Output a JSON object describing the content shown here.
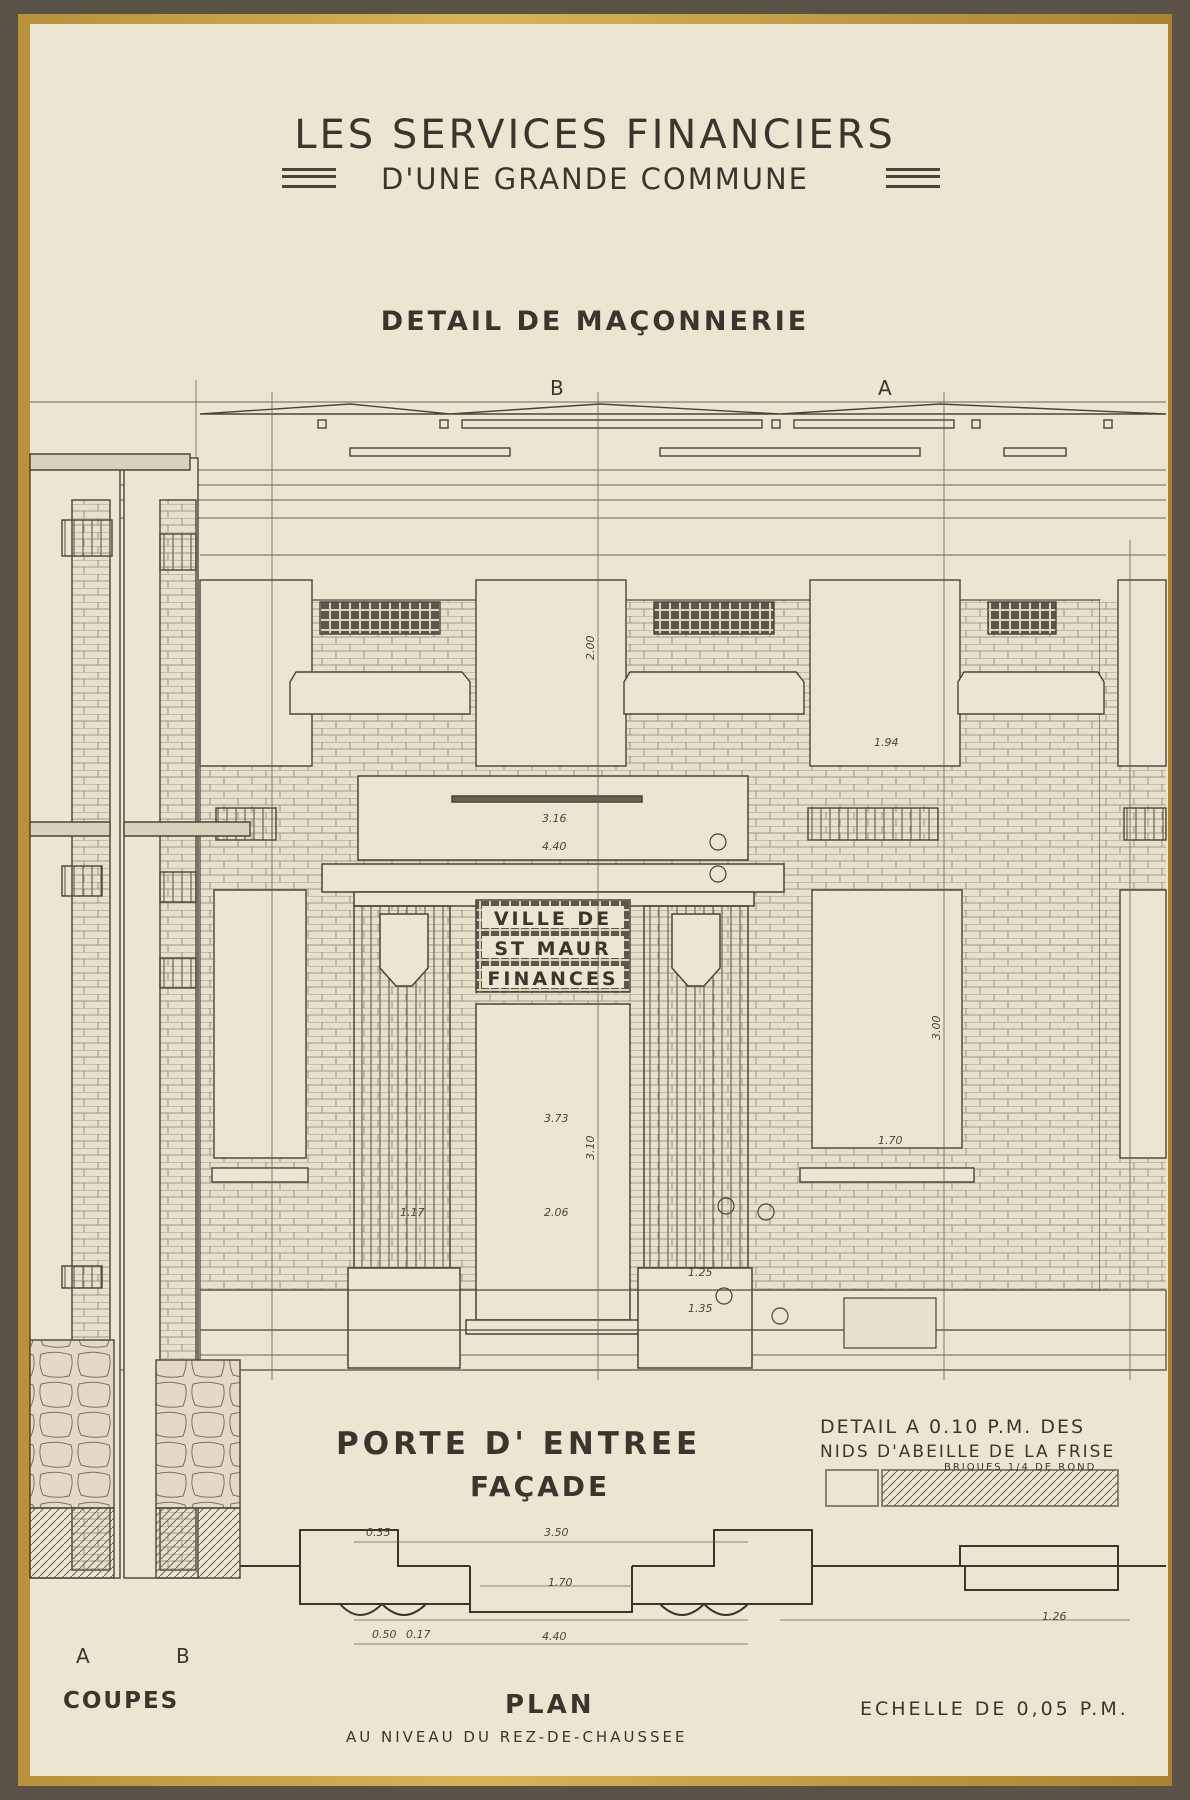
{
  "header": {
    "title": "LES SERVICES FINANCIERS",
    "subtitle": "D'UNE GRANDE COMMUNE",
    "section_title": "DETAIL DE MAÇONNERIE"
  },
  "bay_labels": [
    "B",
    "A"
  ],
  "sign": {
    "line1": "VILLE DE",
    "line2": "ST MAUR",
    "line3": "FINANCES"
  },
  "labels": {
    "porte": "PORTE D' ENTREE",
    "facade": "FAÇADE",
    "detail_note_1": "DETAIL A 0.10 P.M. DES",
    "detail_note_2": "NIDS D'ABEILLE DE LA FRISE",
    "detail_note_3": "BRIQUES 1/4 DE ROND",
    "plan": "PLAN",
    "plan_sub": "AU NIVEAU DU REZ-DE-CHAUSSEE",
    "coupes": "COUPES",
    "coupe_a": "A",
    "coupe_b": "B",
    "echelle": "ECHELLE DE 0,05 P.M."
  },
  "dimensions": [
    "3.16",
    "4.40",
    "2.00",
    "1.94",
    "3.73",
    "3.10",
    "2.06",
    "1.17",
    "1.25",
    "1.35",
    "1.70",
    "3.00",
    "3.50",
    "0.35",
    "1.70",
    "4.40",
    "0.50",
    "0.17",
    "1.26"
  ],
  "colors": {
    "ink": "#3b362d",
    "paper": "#ece5d2",
    "frame": "#c9a24a"
  }
}
